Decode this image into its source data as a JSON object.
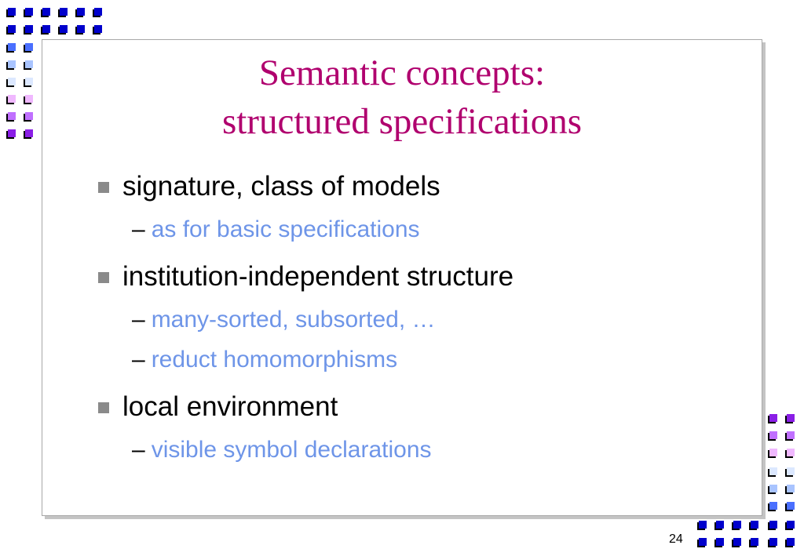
{
  "slide": {
    "title_line1": "Semantic concepts:",
    "title_line2": "structured specifications",
    "page_number": "24",
    "colors": {
      "title": "#b0006e",
      "body_text": "#000000",
      "sub_text": "#6e95e8",
      "bullet": "#8a8a8a",
      "deco_dark_blue": "#0000cc",
      "deco_blue": "#4a6fff",
      "deco_light_blue": "#a9c4ff",
      "deco_pink": "#dca6ff",
      "deco_purple": "#8a1ee6"
    },
    "bullets": [
      {
        "text": "signature, class of models",
        "subs": [
          "as for basic specifications"
        ]
      },
      {
        "text": "institution-independent structure",
        "subs": [
          "many-sorted, subsorted, …",
          "reduct homomorphisms"
        ]
      },
      {
        "text": "local environment",
        "subs": [
          "visible symbol declarations"
        ]
      }
    ],
    "sub_dash": "–"
  }
}
